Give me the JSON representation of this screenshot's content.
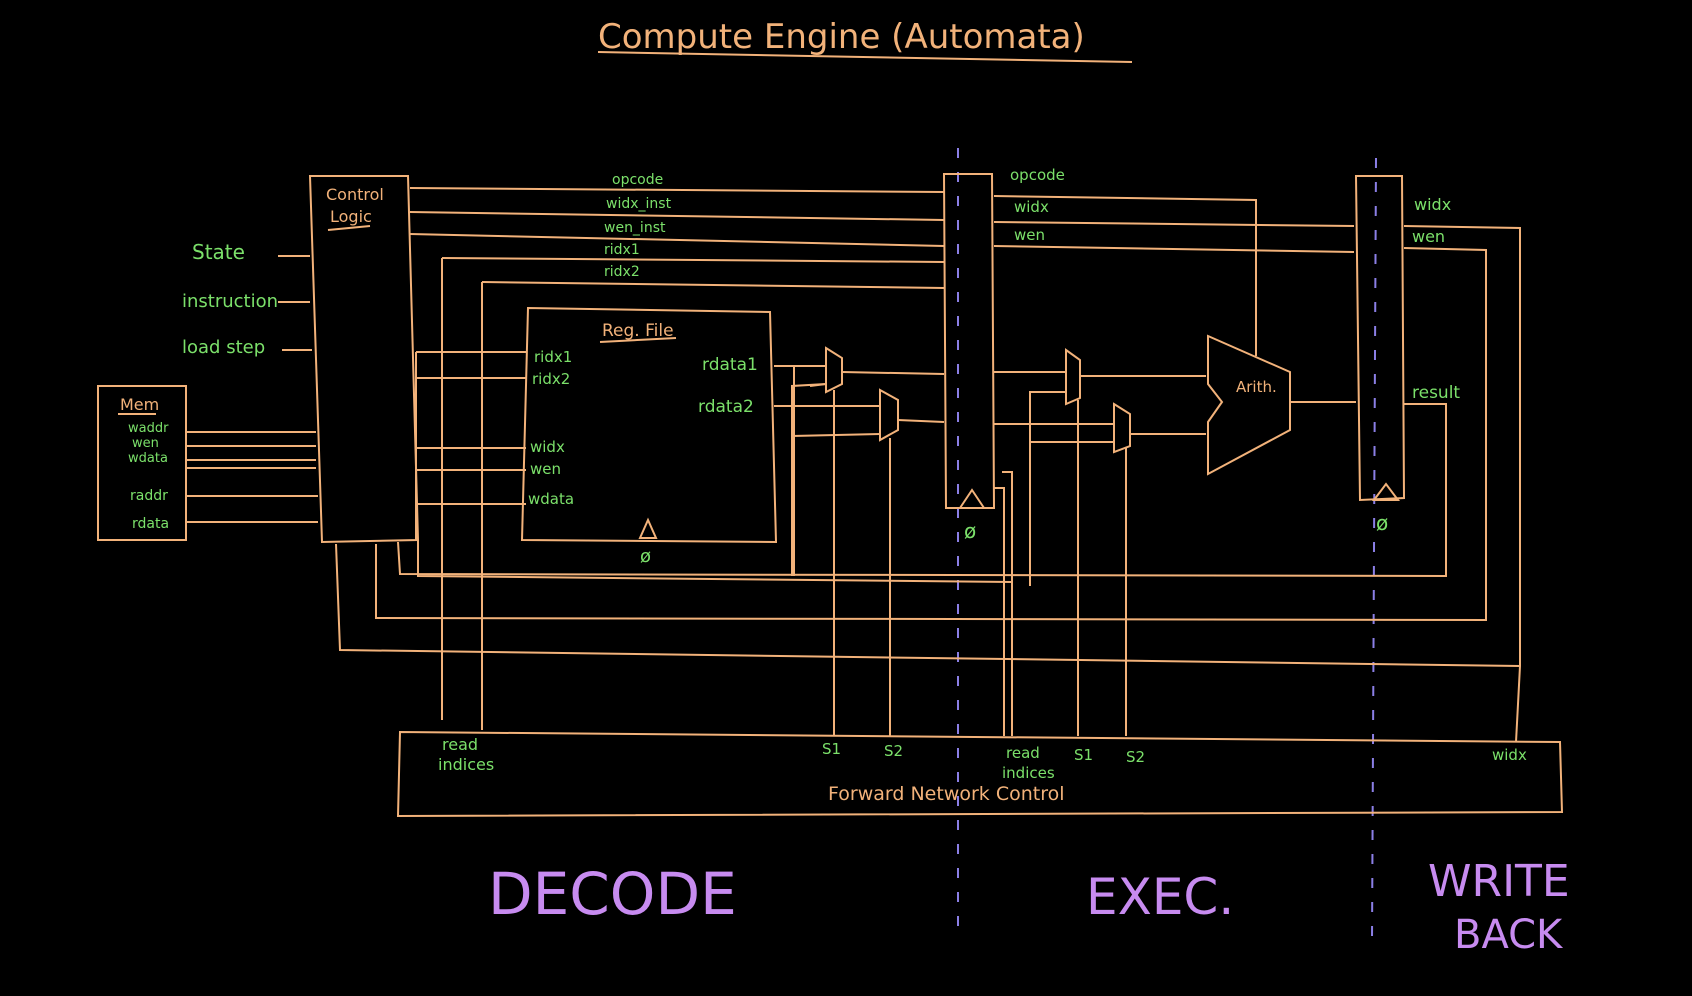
{
  "title": "Compute Engine (Automata)",
  "inputs": {
    "state": "State",
    "instruction": "instruction",
    "load_step": "load step"
  },
  "control": {
    "line1": "Control",
    "line2": "Logic"
  },
  "mem": {
    "title": "Mem",
    "waddr": "waddr",
    "wen": "wen",
    "wdata": "wdata",
    "raddr": "raddr",
    "rdata": "rdata"
  },
  "decode_signals": {
    "opcode": "opcode",
    "widx_inst": "widx_inst",
    "wen_inst": "wen_inst",
    "ridx1": "ridx1",
    "ridx2": "ridx2"
  },
  "regfile": {
    "title": "Reg. File",
    "ridx1": "ridx1",
    "ridx2": "ridx2",
    "widx": "widx",
    "wen": "wen",
    "wdata": "wdata",
    "rdata1": "rdata1",
    "rdata2": "rdata2",
    "clk": "ø"
  },
  "exec_signals": {
    "opcode": "opcode",
    "widx": "widx",
    "wen": "wen",
    "clk": "ø"
  },
  "alu": {
    "label": "Arith."
  },
  "wb_signals": {
    "widx": "widx",
    "wen": "wen",
    "result": "result",
    "clk": "ø"
  },
  "fwd": {
    "read_indices_1": "read",
    "read_indices_2": "indices",
    "s1": "S1",
    "s2": "S2",
    "read2_1": "read",
    "read2_2": "indices",
    "s1b": "S1",
    "s2b": "S2",
    "widx": "widx",
    "title": "Forward Network Control"
  },
  "stages": {
    "decode": "DECODE",
    "exec": "EXEC.",
    "write_1": "WRITE",
    "write_2": "BACK"
  },
  "colors": {
    "wire": "#f2b27a",
    "signal": "#7be06a",
    "stage": "#c78bf0",
    "divider": "#8b7fe6",
    "background": "#000000"
  }
}
